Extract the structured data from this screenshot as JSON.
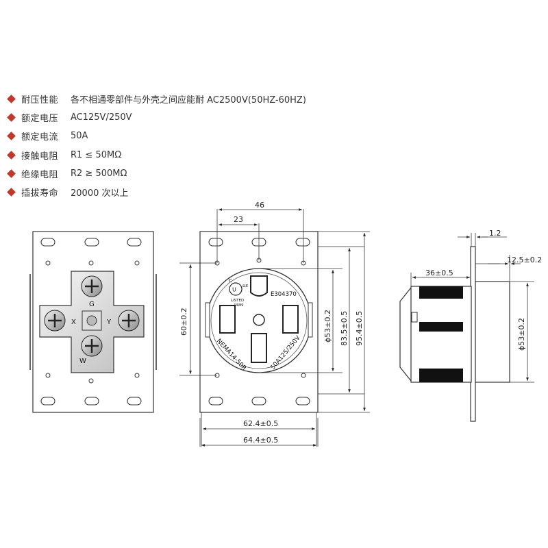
{
  "specs": [
    {
      "label": "耐压性能",
      "value": "各不相通零部件与外壳之间应能耐 AC2500V(50HZ-60HZ)"
    },
    {
      "label": "额定电压",
      "value": "AC125V/250V"
    },
    {
      "label": "额定电流",
      "value": "50A"
    },
    {
      "label": "接触电阻",
      "value": "R1 ≤ 50MΩ"
    },
    {
      "label": "绝缘电阻",
      "value": "R2 ≥ 500MΩ"
    },
    {
      "label": "插拔寿命",
      "value": "20000 次以上"
    }
  ],
  "back_view": {
    "terminals": {
      "top": "G",
      "bottom": "W",
      "left": "X",
      "right": "Y"
    }
  },
  "front_view": {
    "dims": {
      "width_top": "46",
      "width_inner": "23",
      "height_left": "60±0.2",
      "diameter": "ϕ53±0.2",
      "height_mid": "83.5±0.5",
      "height_total": "95.4±0.5",
      "width_bottom_inner": "62.4±0.5",
      "width_bottom_outer": "64.4±0.5"
    },
    "markings": {
      "cert": "E304370",
      "listed": "LISTED",
      "awg": "44W9",
      "model": "NEMA14-50R",
      "rating": "50A125/250V"
    }
  },
  "side_view": {
    "dims": {
      "plate": "1.2",
      "flange": "12.5±0.2",
      "depth": "36±0.5",
      "diameter": "ϕ53±0.2"
    }
  }
}
